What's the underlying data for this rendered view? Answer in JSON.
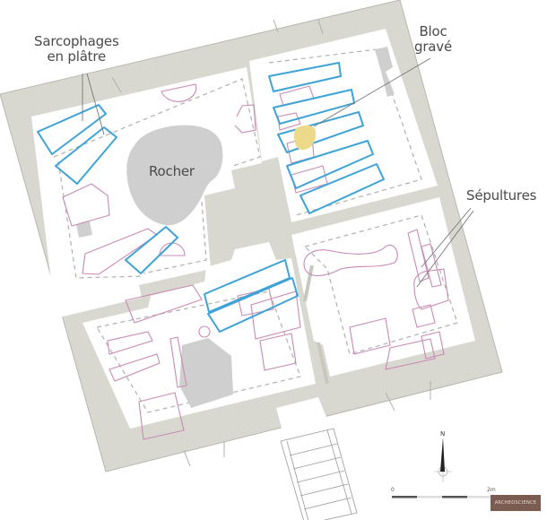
{
  "colors": {
    "wall": "#d8d8d0",
    "wall_stroke": "#b8b8b0",
    "rock": "#cfcfcf",
    "sarcophagus": "#3ea3d6",
    "burial": "#c98ab4",
    "engraved_block": "#ecd98a",
    "dashed": "#b0b0b0",
    "leader": "#777777",
    "logo_bg": "#7a5c50"
  },
  "labels": {
    "sarcophages": "Sarcophages\nen plâtre",
    "bloc": "Bloc\ngravé",
    "sepultures": "Sépultures",
    "rocher": "Rocher"
  },
  "north_arrow": {
    "letter": "N"
  },
  "scale_bar": {
    "start": "0",
    "end": "2m"
  },
  "logo": {
    "text": "ARCHEOSCIENCE"
  },
  "legend_items": [
    {
      "name": "Sarcophages en plâtre",
      "color": "#3ea3d6"
    },
    {
      "name": "Sépultures",
      "color": "#c98ab4"
    },
    {
      "name": "Bloc gravé",
      "color": "#ecd98a"
    },
    {
      "name": "Rocher",
      "color": "#cfcfcf"
    }
  ]
}
